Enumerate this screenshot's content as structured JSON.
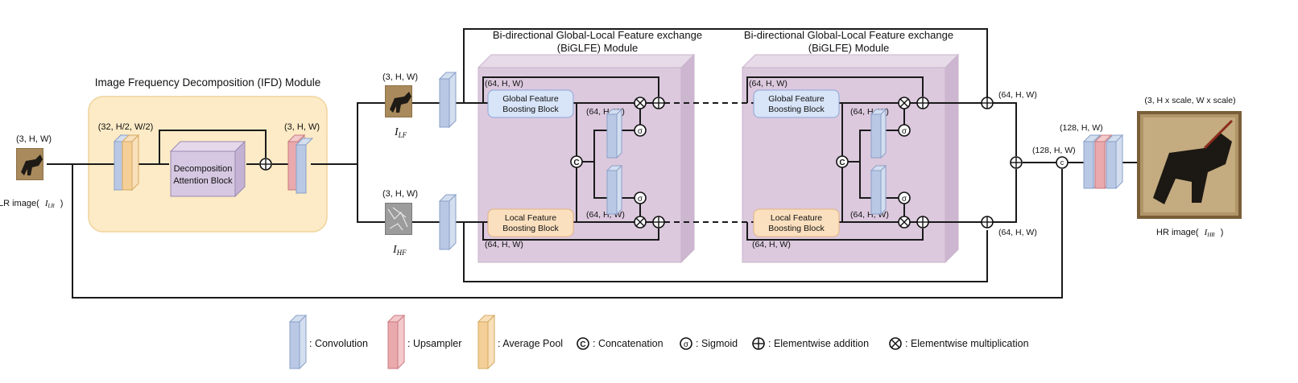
{
  "ifd_module": {
    "title": "Image Frequency Decomposition (IFD) Module",
    "block_line1": "Decomposition",
    "block_line2": "Attention Block",
    "dim_pool": "(32, H/2, W/2)",
    "dim_out": "(3, H, W)"
  },
  "input": {
    "dim": "(3, H, W)",
    "label": "LR image(",
    "symbol": "I",
    "sub": "LR",
    "close": ")"
  },
  "lf": {
    "dim": "(3, H, W)",
    "symbol": "I",
    "sub": "LF"
  },
  "hf": {
    "dim": "(3, H, W)",
    "symbol": "I",
    "sub": "HF"
  },
  "biglfe": {
    "title_line1": "Bi-directional Global-Local Feature exchange",
    "title_line2": "(BiGLFE) Module",
    "global_line1": "Global Feature",
    "global_line2": "Boosting Block",
    "local_line1": "Local Feature",
    "local_line2": "Boosting Block",
    "dim": "(64, H, W)"
  },
  "merge": {
    "dim_top": "(64, H, W)",
    "dim_bottom": "(64, H, W)",
    "dim_cat": "(128, H, W)",
    "dim_conv": "(128, H, W)"
  },
  "output": {
    "dim": "(3, H x scale, W x scale)",
    "label": "HR image(",
    "symbol": "I",
    "sub": "HR",
    "close": ")"
  },
  "symbols": {
    "concat": "c",
    "sigmoid": "σ",
    "concat_big": "C"
  },
  "legend": {
    "convolution": ": Convolution",
    "upsampler": ": Upsampler",
    "average_pool": ": Average Pool",
    "concatenation": ": Concatenation",
    "sigmoid": ": Sigmoid",
    "addition": ": Elementwise addition",
    "multiplication": ": Elementwise multiplication"
  },
  "colors": {
    "ifd_fill": "#fcebc6",
    "biglfe_fill": "#dcc9de",
    "convolution": "#b9c8e4",
    "upsampler": "#e9a9ad",
    "average_pool": "#f4cf98",
    "global_block": "#d8e4f7",
    "local_block": "#fbe0bf"
  }
}
